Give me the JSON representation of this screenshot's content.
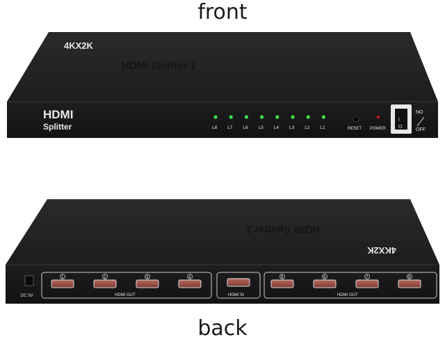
{
  "captions": {
    "front": "front",
    "back": "back"
  },
  "front_panel": {
    "top_label": "4KX2K",
    "top_embossed": "HDMI Splitter 1",
    "brand_line1": "HDMI",
    "brand_line2": "Splitter",
    "leds": [
      "L8",
      "L7",
      "L6",
      "L5",
      "L4",
      "L3",
      "L2",
      "L1"
    ],
    "reset_label": "RESET",
    "power_label": "POWER",
    "switch_on": "NO",
    "switch_off": "OFF"
  },
  "back_panel": {
    "top_label": "4KX2K",
    "top_embossed": "HDMI Splitter 1",
    "dc_label": "DC 5V",
    "out_group_left": "HDMI OUT",
    "in_label": "HDMI IN",
    "out_group_right": "HDMI OUT",
    "ports_left": [
      "1",
      "2",
      "3",
      "4"
    ],
    "ports_right": [
      "5",
      "6",
      "7",
      "8"
    ]
  },
  "colors": {
    "body": "#1b1b1d",
    "top": "#232325",
    "led": "#3fe04a",
    "power_led": "#e02020"
  }
}
